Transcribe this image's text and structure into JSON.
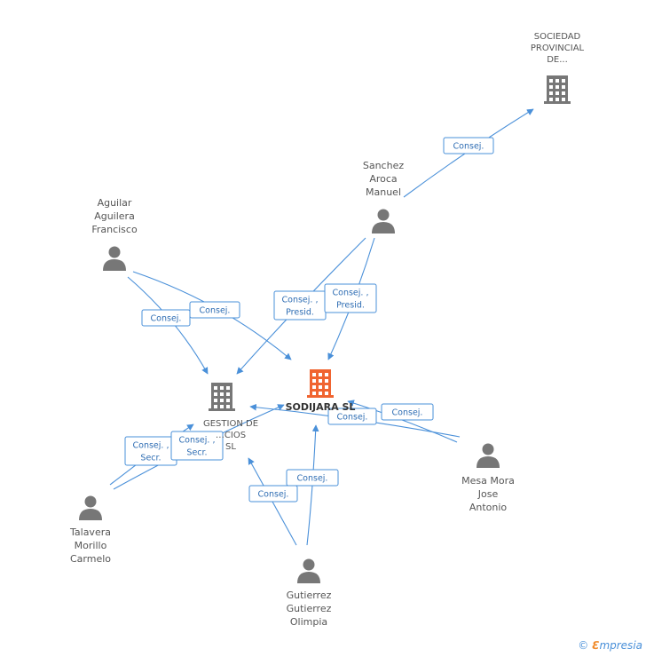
{
  "colors": {
    "edge": "#4a90d9",
    "company": "#777777",
    "center_company": "#f06430",
    "person": "#777777"
  },
  "nodes": [
    {
      "id": "sodijara",
      "kind": "company-center",
      "label_lines": [
        "SODIJARA SL"
      ]
    },
    {
      "id": "gestion",
      "kind": "company",
      "label_lines": [
        "GESTION DE",
        "…CIOS",
        "SL"
      ]
    },
    {
      "id": "sociedad",
      "kind": "company",
      "label_lines": [
        "SOCIEDAD",
        "PROVINCIAL",
        "DE..."
      ]
    },
    {
      "id": "sanchez",
      "kind": "person",
      "label_lines": [
        "Sanchez",
        "Aroca",
        "Manuel"
      ]
    },
    {
      "id": "aguilar",
      "kind": "person",
      "label_lines": [
        "Aguilar",
        "Aguilera",
        "Francisco"
      ]
    },
    {
      "id": "mesa",
      "kind": "person",
      "label_lines": [
        "Mesa Mora",
        "Jose",
        "Antonio"
      ]
    },
    {
      "id": "talavera",
      "kind": "person",
      "label_lines": [
        "Talavera",
        "Morillo",
        "Carmelo"
      ]
    },
    {
      "id": "gutierrez",
      "kind": "person",
      "label_lines": [
        "Gutierrez",
        "Gutierrez",
        "Olimpia"
      ]
    }
  ],
  "edges": [
    {
      "id": "sanchez-sociedad",
      "from": "sanchez",
      "to": "sociedad",
      "label_lines": [
        "Consej."
      ]
    },
    {
      "id": "sanchez-gestion",
      "from": "sanchez",
      "to": "gestion",
      "label_lines": [
        "Consej. ,",
        "Presid."
      ]
    },
    {
      "id": "sanchez-sodijara",
      "from": "sanchez",
      "to": "sodijara",
      "label_lines": [
        "Consej. ,",
        "Presid."
      ]
    },
    {
      "id": "aguilar-gestion",
      "from": "aguilar",
      "to": "gestion",
      "label_lines": [
        "Consej."
      ]
    },
    {
      "id": "aguilar-sodijara",
      "from": "aguilar",
      "to": "sodijara",
      "label_lines": [
        "Consej."
      ]
    },
    {
      "id": "mesa-gestion",
      "from": "mesa",
      "to": "gestion",
      "label_lines": [
        "Consej."
      ]
    },
    {
      "id": "mesa-sodijara",
      "from": "mesa",
      "to": "sodijara",
      "label_lines": [
        "Consej."
      ]
    },
    {
      "id": "talavera-gestion",
      "from": "talavera",
      "to": "gestion",
      "label_lines": [
        "Consej. ,",
        "Secr."
      ]
    },
    {
      "id": "talavera-sodijara",
      "from": "talavera",
      "to": "sodijara",
      "label_lines": [
        "Consej. ,",
        "Secr."
      ]
    },
    {
      "id": "gutierrez-gestion",
      "from": "gutierrez",
      "to": "gestion",
      "label_lines": [
        "Consej."
      ]
    },
    {
      "id": "gutierrez-sodijara",
      "from": "gutierrez",
      "to": "sodijara",
      "label_lines": [
        "Consej."
      ]
    }
  ],
  "footer": {
    "copyright": "©",
    "brand_e": "ℇ",
    "brand_rest": "mpresia"
  }
}
